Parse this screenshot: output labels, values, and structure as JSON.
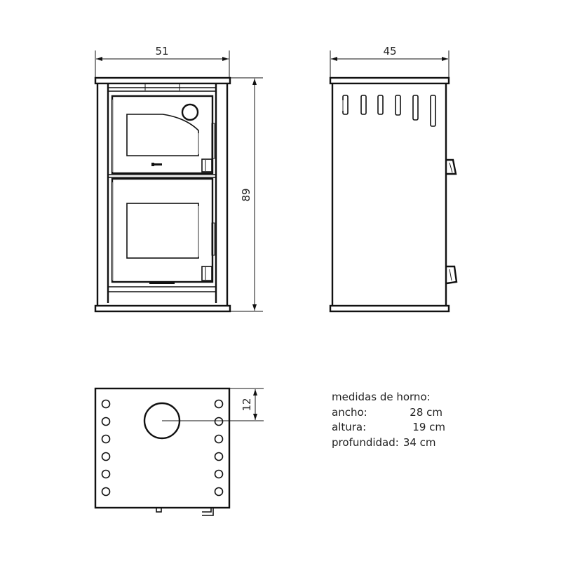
{
  "drawing": {
    "front_view": {
      "width_label": "51",
      "height_label": "89"
    },
    "side_view": {
      "depth_label": "45",
      "vent_slots": 6
    },
    "top_view": {
      "flue_offset_label": "12",
      "bolt_holes_per_side": 6
    },
    "colors": {
      "line": "#111111",
      "glass_highlight": "#aaaaaa",
      "background": "#ffffff"
    }
  },
  "oven_specs": {
    "title": "medidas de horno:",
    "rows": [
      {
        "label": "ancho:",
        "value": "28 cm"
      },
      {
        "label": "altura:",
        "value": "19 cm"
      },
      {
        "label": "profundidad:",
        "value": "34 cm"
      }
    ]
  }
}
